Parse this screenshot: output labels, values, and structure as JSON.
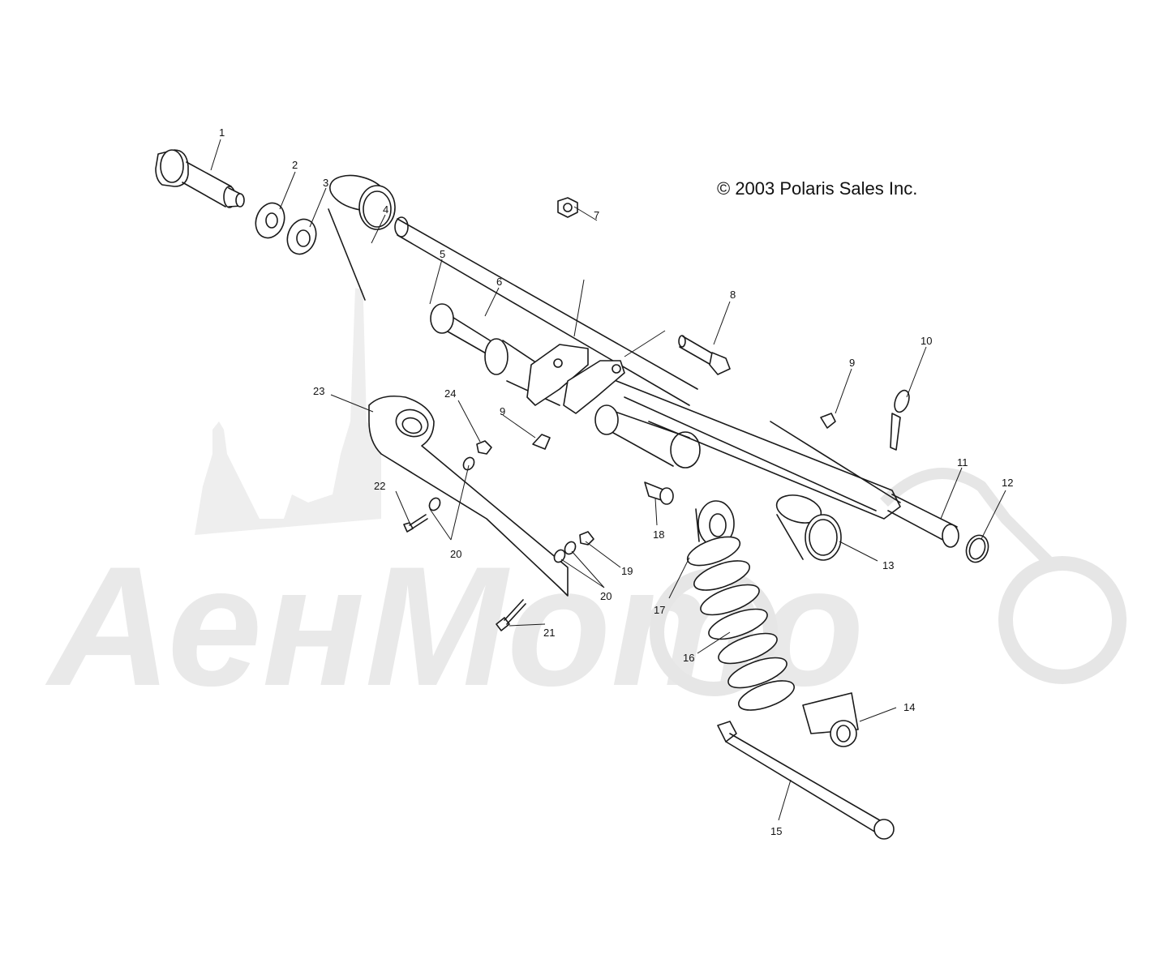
{
  "copyright": "© 2003 Polaris Sales Inc.",
  "watermark": "АенМото",
  "callouts": {
    "c1": "1",
    "c2": "2",
    "c3": "3",
    "c4": "4",
    "c5": "5",
    "c6": "6",
    "c7": "7",
    "c8": "8",
    "c9a": "9",
    "c9b": "9",
    "c10": "10",
    "c11": "11",
    "c12": "12",
    "c13": "13",
    "c14": "14",
    "c15": "15",
    "c16": "16",
    "c17": "17",
    "c18": "18",
    "c19": "19",
    "c20a": "20",
    "c20b": "20",
    "c21": "21",
    "c22": "22",
    "c23": "23",
    "c24": "24"
  },
  "colors": {
    "line": "#1a1a1a",
    "watermark": "#e9e9e9"
  }
}
